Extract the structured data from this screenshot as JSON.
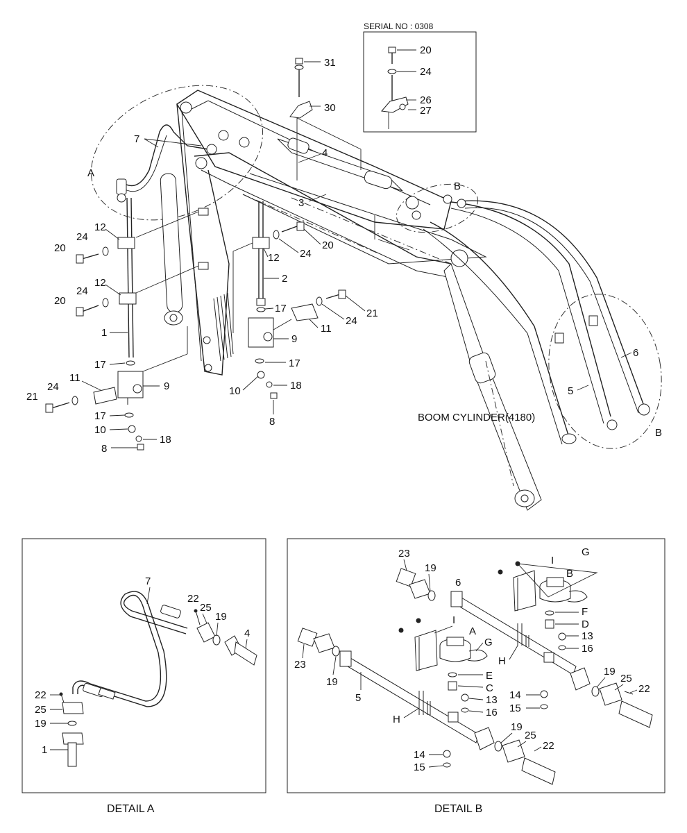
{
  "serial_box": {
    "title": "SERIAL NO : 0308",
    "labels": [
      "20",
      "24",
      "26",
      "27"
    ]
  },
  "main_labels": {
    "l31": "31",
    "l30": "30",
    "l7": "7",
    "l4": "4",
    "l3": "3",
    "lA": "A",
    "lB_top": "B",
    "lB_side": "B",
    "l12a": "12",
    "l24a": "24",
    "l20a": "20",
    "l12b": "12",
    "l24b": "24",
    "l20b": "20",
    "l1": "1",
    "l17a": "17",
    "l9a": "9",
    "l11a": "11",
    "l24c": "24",
    "l21a": "21",
    "l17b": "17",
    "l10a": "10",
    "l18a": "18",
    "l8a": "8",
    "l12c": "12",
    "l24d": "24",
    "l20c": "20",
    "l2": "2",
    "l17c": "17",
    "l11b": "11",
    "l24e": "24",
    "l21b": "21",
    "l9b": "9",
    "l17d": "17",
    "l10b": "10",
    "l18b": "18",
    "l8b": "8",
    "l6": "6",
    "l5": "5",
    "boom_cylinder": "BOOM CYLINDER(4180)"
  },
  "detail_a": {
    "caption": "DETAIL A",
    "labels": {
      "l7": "7",
      "l22a": "22",
      "l25a": "25",
      "l19a": "19",
      "l4": "4",
      "l22b": "22",
      "l25b": "25",
      "l19b": "19",
      "l1": "1"
    }
  },
  "detail_b": {
    "caption": "DETAIL B",
    "labels": {
      "l23a": "23",
      "l19a": "19",
      "l6": "6",
      "lI_a": "I",
      "lG_a": "G",
      "lB": "B",
      "lF": "F",
      "lD": "D",
      "l13a": "13",
      "l16a": "16",
      "lH_a": "H",
      "l19b": "19",
      "l25a": "25",
      "l22a": "22",
      "lA": "A",
      "lG_b": "G",
      "lI_b": "I",
      "l23b": "23",
      "l19c": "19",
      "lE": "E",
      "lC": "C",
      "l13b": "13",
      "l16b": "16",
      "l5": "5",
      "lH_b": "H",
      "l14a": "14",
      "l15a": "15",
      "l19d": "19",
      "l25b": "25",
      "l22b": "22",
      "l14b": "14",
      "l15b": "15"
    }
  }
}
